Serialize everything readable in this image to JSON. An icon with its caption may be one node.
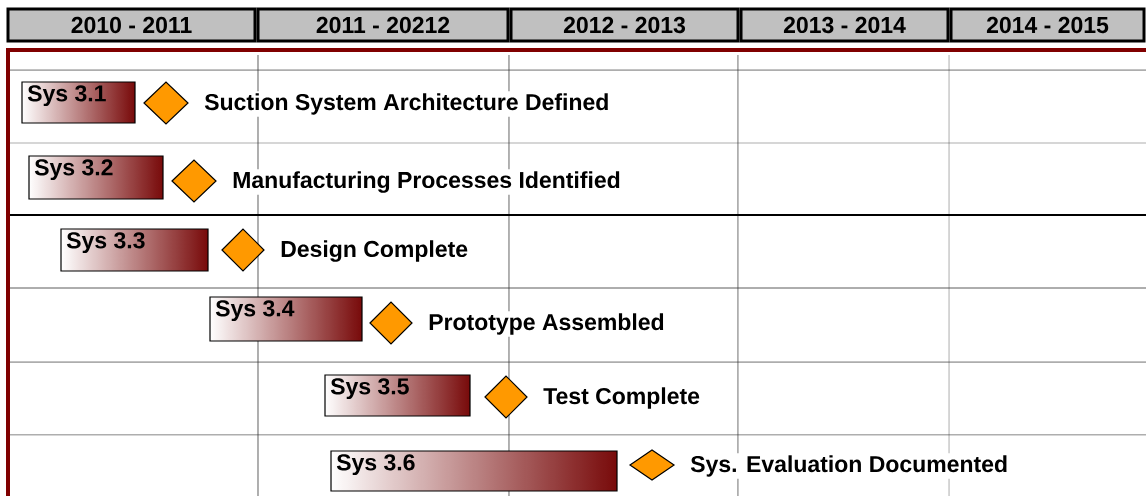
{
  "diagram": {
    "nodes": [
      {
        "text": [
          "2010 - 2011"
        ]
      },
      {
        "text": [
          "2011 - 20212"
        ]
      },
      {
        "text": [
          "2012 - 2013"
        ]
      },
      {
        "text": [
          "2013 - 2014"
        ]
      },
      {
        "text": [
          "2014 - 2015"
        ]
      },
      {
        "text": [
          "Sys 3.1"
        ]
      },
      {
        "text": [],
        "shape": "diamond",
        "beside": [
          "Suction System Architecture Defined"
        ]
      },
      {
        "text": [
          "Sys 3.2"
        ]
      },
      {
        "text": [],
        "shape": "diamond",
        "beside": [
          "Manufacturing Processes Identified"
        ]
      },
      {
        "text": [
          "Sys 3.3"
        ]
      },
      {
        "text": [],
        "shape": "diamond",
        "beside": [
          "Design Complete"
        ]
      },
      {
        "text": [
          "Sys 3.4"
        ]
      },
      {
        "text": [],
        "shape": "diamond",
        "beside": [
          "Prototype Assembled"
        ]
      },
      {
        "text": [
          "Sys 3.5"
        ]
      },
      {
        "text": [],
        "shape": "diamond",
        "beside": [
          "Test Complete"
        ]
      },
      {
        "text": [
          "Sys 3.6"
        ]
      },
      {
        "text": [],
        "shape": "diamond",
        "beside": [
          "Sys. Evaluation Documented"
        ]
      }
    ],
    "edges": []
  }
}
